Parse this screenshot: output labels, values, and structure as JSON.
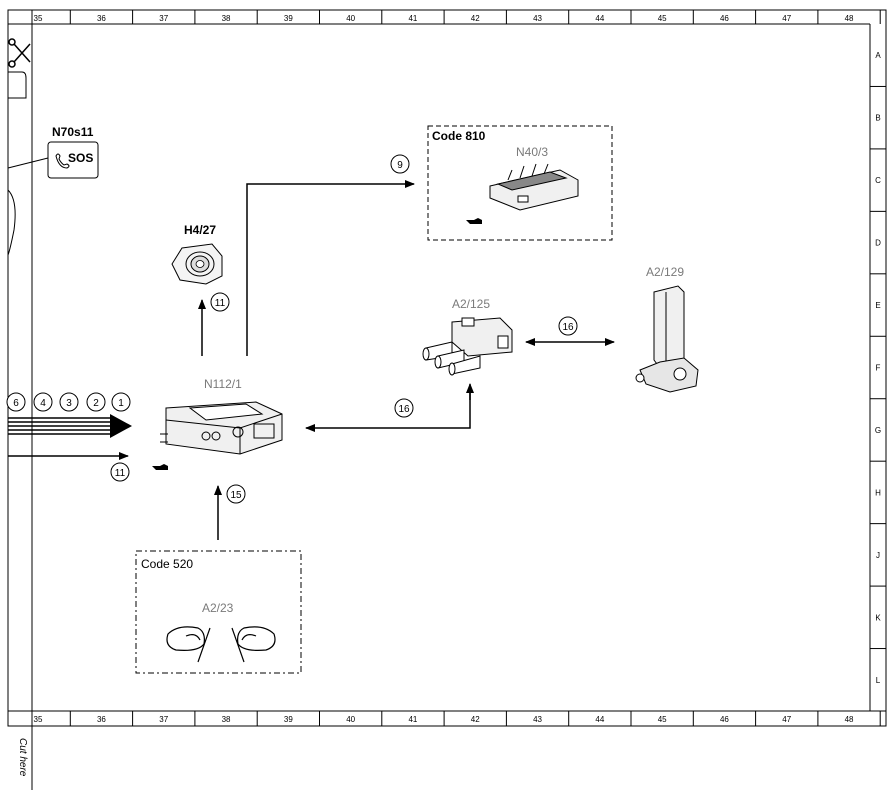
{
  "grid": {
    "columns": [
      "35",
      "36",
      "37",
      "38",
      "39",
      "40",
      "41",
      "42",
      "43",
      "44",
      "45",
      "46",
      "47",
      "48"
    ],
    "rows": [
      "A",
      "B",
      "C",
      "D",
      "E",
      "F",
      "G",
      "H",
      "J",
      "K",
      "L"
    ]
  },
  "cut_text": "Cut here",
  "components": {
    "n70s11": {
      "label": "N70s11",
      "badge": "SOS"
    },
    "h4_27": {
      "label": "H4/27"
    },
    "n112_1": {
      "label": "N112/1"
    },
    "a2_125": {
      "label": "A2/125"
    },
    "a2_129": {
      "label": "A2/129"
    },
    "n40_3": {
      "label": "N40/3",
      "code": "Code 810"
    },
    "a2_23": {
      "label": "A2/23",
      "code": "Code 520"
    }
  },
  "connections": {
    "c9": "9",
    "c11_up": "11",
    "c16_top": "16",
    "c16_bottom": "16",
    "c15": "15",
    "c11_left": "11",
    "bus": [
      "6",
      "4",
      "3",
      "2",
      "1"
    ]
  },
  "colors": {
    "line": "#000000",
    "label_grey": "#7a7a7a"
  }
}
